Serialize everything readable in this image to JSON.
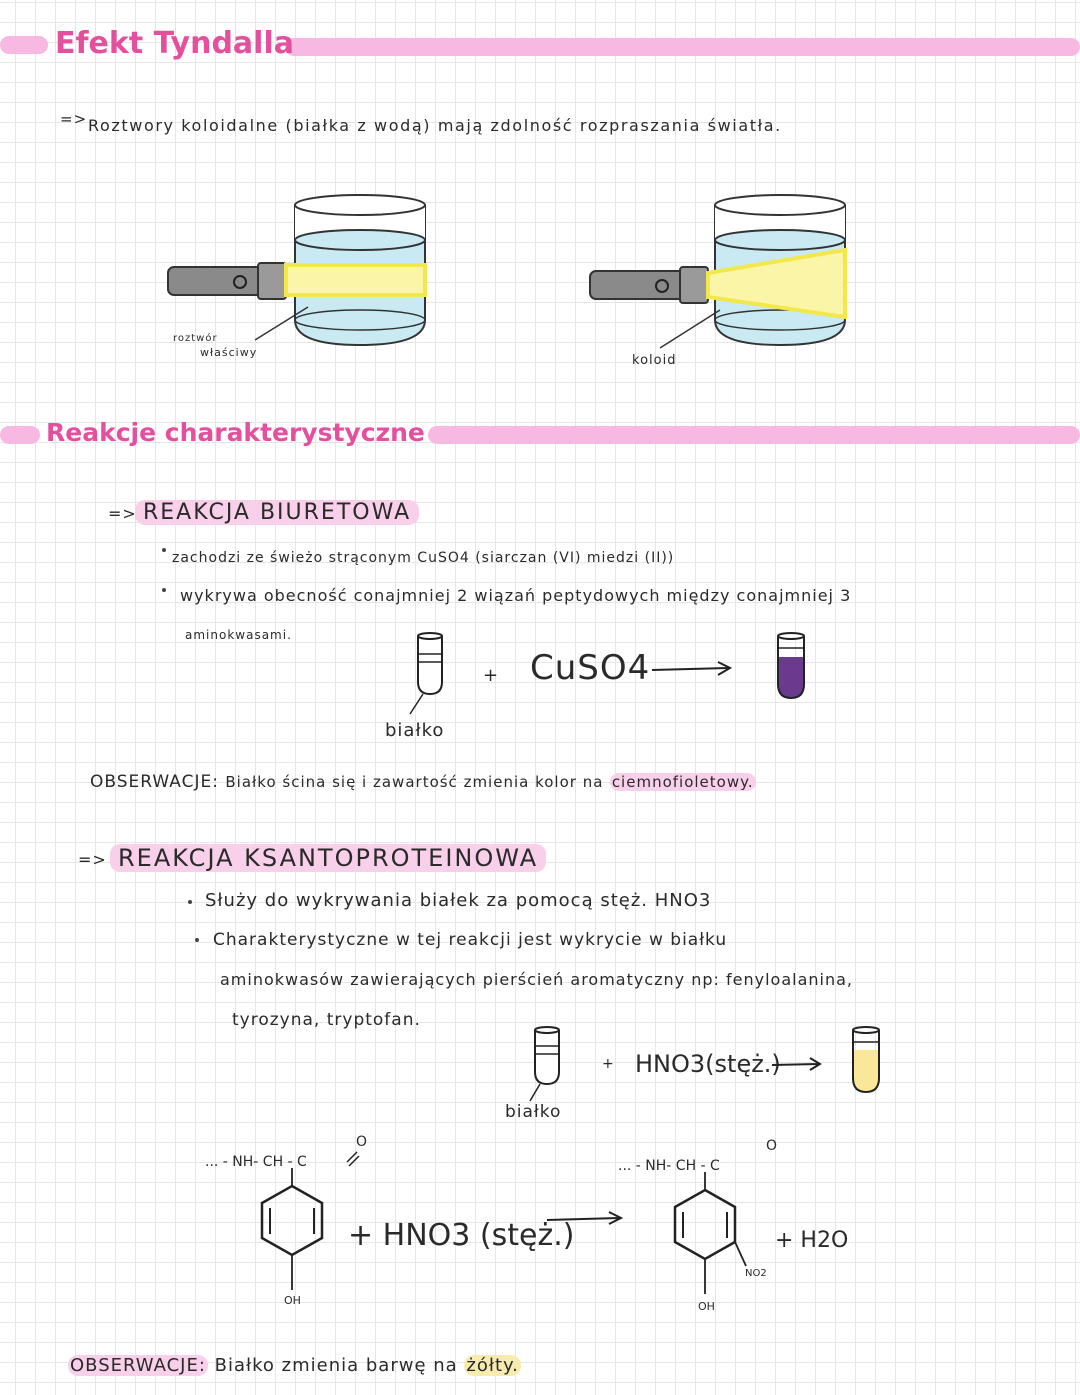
{
  "tyndall": {
    "title": "Efekt Tyndalla",
    "arrow": "=>",
    "statement": "Roztwory koloidalne (białka z wodą) mają zdolność rozpraszania światła.",
    "true_solution_label_1": "roztwór",
    "true_solution_label_2": "właściwy",
    "colloid_label": "koloid"
  },
  "reactions": {
    "title": "Reakcje charakterystyczne"
  },
  "biuret": {
    "arrow": "=>",
    "heading": "REAKCJA BIURETOWA",
    "bullet1": "zachodzi ze świeżo strąconym CuSO4 (siarczan (VI) miedzi (II))",
    "bullet2": "wykrywa obecność conajmniej 2 wiązań peptydowych między conajmniej 3",
    "bullet2_cont": "aminokwasami.",
    "plus": "+",
    "reagent": "CuSO4",
    "protein_label": "białko",
    "obs_label": "OBSERWACJE:",
    "obs_text": "Białko ścina się i zawartość zmienia kolor na",
    "obs_color": "ciemnofioletowy."
  },
  "xanto": {
    "arrow": "=>",
    "heading": "REAKCJA KSANTOPROTEINOWA",
    "bullet1": "Służy do wykrywania białek za pomocą stęż. HNO3",
    "bullet2": "Charakterystyczne w tej reakcji jest wykrycie w białku",
    "bullet2_cont1": "aminokwasów zawierających pierścień aromatyczny np: fenyloalanina,",
    "bullet2_cont2": "tyrozyna, tryptofan.",
    "plus": "+",
    "reagent": "HNO3(stęż.)",
    "protein_label": "białko",
    "chain_left": "... - NH- CH - C",
    "oxygen": "O",
    "oh": "OH",
    "no2": "NO2",
    "eq_reagent": "+ HNO3 (stęż.)",
    "product": "+ H2O",
    "obs_label": "OBSERWACJE:",
    "obs_text": "Białko zmienia barwę na",
    "obs_color": "żółty."
  },
  "colors": {
    "title_pink": "#e4509d",
    "band_pink": "#f7b9e2",
    "violet": "#6a3a8f",
    "yellow_liquid": "#fbe79a",
    "water": "#c9e9f3"
  }
}
